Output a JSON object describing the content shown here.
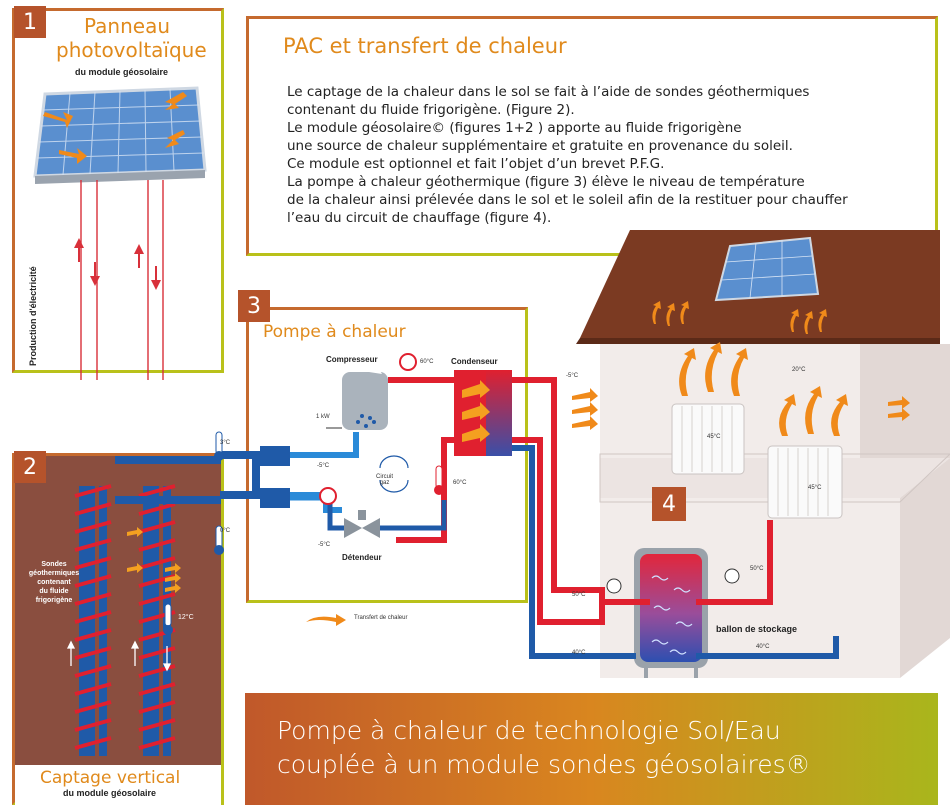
{
  "panels": {
    "panel1": {
      "number": "1",
      "title_line1": "Panneau",
      "title_line2": "photovoltaïque",
      "subtitle": "du module géosolaire",
      "side_label": "Production d'électricité"
    },
    "panel2": {
      "number": "2",
      "sondes_label": [
        "Sondes",
        "géothermiques",
        "contenant",
        "du fluide",
        "frigorigène"
      ],
      "temp_ground": "12°C",
      "footer_title": "Captage vertical",
      "footer_subtitle": "du module géosolaire"
    },
    "intro": {
      "title": "PAC et transfert de chaleur",
      "lines": [
        "Le captage de la chaleur dans le sol se fait à l’aide de sondes géothermiques",
        "contenant du fluide frigorigène. (Figure 2).",
        "Le module géosolaire© (figures 1+2 ) apporte au fluide frigorigène",
        "une source de chaleur supplémentaire et gratuite en provenance du soleil.",
        "Ce module est optionnel et fait l’objet d’un brevet P.F.G.",
        "La pompe à chaleur géothermique (figure 3) élève le niveau de température",
        "de la chaleur ainsi prélevée dans le sol et le soleil afin de la restituer pour chauffer",
        "l’eau du circuit de chauffage (figure 4)."
      ]
    },
    "panel3": {
      "number": "3",
      "title": "Pompe à chaleur",
      "compresseur": "Compresseur",
      "condenseur": "Condenseur",
      "detendeur": "Détendeur",
      "circuit_gaz": [
        "Circuit",
        "gaz"
      ],
      "power": "1 kW",
      "temp_60_top": "60°C",
      "temp_60_right": "60°C",
      "temp_minus5_a": "-5°C",
      "temp_minus5_b": "-5°C",
      "temp_3": "3°C",
      "temp_0": "0°C",
      "legend": "Transfert de chaleur"
    },
    "panel4": {
      "number": "4",
      "temp_outside": "-5°C",
      "temp_room": "20°C",
      "temp_rad1": "45°C",
      "temp_rad2": "45°C",
      "temp_50_left": "50°C",
      "temp_50_right": "50°C",
      "temp_40_left": "40°C",
      "temp_40_right": "40°C",
      "storage_label": "ballon de stockage"
    },
    "banner": {
      "line1": "Pompe à chaleur de technologie Sol/Eau",
      "line2": "couplée à un module sondes géosolaires®"
    }
  },
  "colors": {
    "accent_orange": "#e08a1c",
    "number_box": "#b5532b",
    "hot_pipe": "#e0202f",
    "cold_pipe": "#1f5aa8",
    "ground": "#8a4e3f",
    "frame_green": "#b9c11a"
  }
}
